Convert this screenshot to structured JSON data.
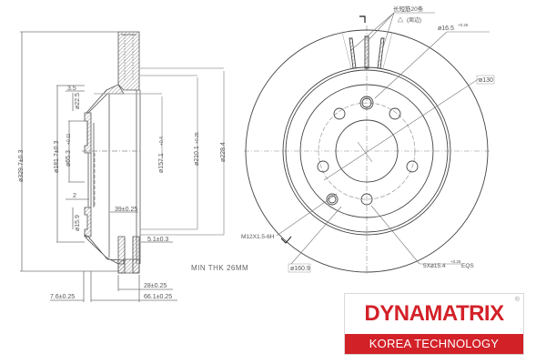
{
  "drawing": {
    "type": "brake-disc-technical-drawing",
    "line_color": "#444444",
    "accent_color": "#d32128",
    "section_view": {
      "dimensions": {
        "outer_diameter": "ø329.7±0.3",
        "hat_diameter": "ø181.7±0.3",
        "center_bore": "ø65.3",
        "center_bore_tol": "+0.11",
        "center_bore_tol2": "0",
        "d157": "ø157.1",
        "d157_tol": "+0.4",
        "d157_tol2": "0",
        "d210": "ø210.1",
        "d210_tol": "+0.25",
        "d210_tol2": "0",
        "d228": "ø228.4",
        "groove_top": "ø22.5",
        "groove_bottom": "ø15.9",
        "step_3_5": "3.5",
        "step_2_top": "2",
        "step_2_bottom": "2",
        "offset_39": "39±0.25",
        "offset_5_1": "5.1±0.3",
        "thickness_28": "28±0.25",
        "offset_7_6": "7.6±0.25",
        "height_66_1": "66.1±0.25"
      },
      "min_thickness_note": "MIN THK 26MM"
    },
    "face_view": {
      "vane_note": "长短筋20条",
      "vane_note_sub": "(周边)",
      "stud_hole": "ø16.5",
      "stud_hole_tol": "+0.25",
      "stud_hole_tol2": "0",
      "d130": "ø130",
      "thread": "M12X1.5-6H",
      "pcd": "ø160.9",
      "bolt_holes": "5Xø15.4",
      "bolt_holes_tol": "+0.25",
      "bolt_holes_tol2": "0",
      "bolt_holes_suffix": "EQS"
    }
  },
  "logo": {
    "brand": "DYNAMATRIX",
    "registered": "®",
    "tagline": "KOREA TECHNOLOGY"
  }
}
